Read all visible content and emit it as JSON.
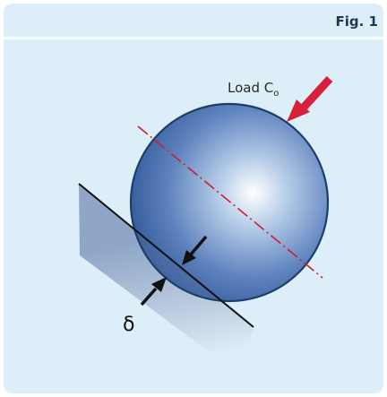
{
  "figure": {
    "label": "Fig. 1"
  },
  "diagram": {
    "load_label": "Load C",
    "load_subscript": "o",
    "delta_label": "δ"
  },
  "colors": {
    "panel_background": "#dceef8",
    "load_arrow": "#d8203a",
    "centerline": "#cc1f2e",
    "ball_edge": "#1e3d6a"
  }
}
